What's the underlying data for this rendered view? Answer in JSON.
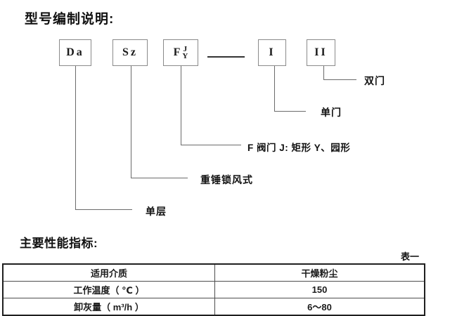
{
  "title": "型号编制说明:",
  "colors": {
    "ink": "#1a1a1a",
    "line": "#6b6b6b",
    "box_border": "#8a8a8a"
  },
  "diagram": {
    "boxes": [
      {
        "code": "Da"
      },
      {
        "code": "Sz"
      },
      {
        "code": "F",
        "sup": "J",
        "sub": "Y"
      },
      {
        "code": "I"
      },
      {
        "code": "II"
      }
    ],
    "callouts": [
      {
        "for": "II",
        "label": "双门"
      },
      {
        "for": "I",
        "label": "单门"
      },
      {
        "for": "F",
        "label": "F 阀门 J: 矩形 Y、园形"
      },
      {
        "for": "Sz",
        "label": "重锤锁风式"
      },
      {
        "for": "Da",
        "label": "单层"
      }
    ]
  },
  "performance": {
    "heading": "主要性能指标:",
    "table_tag": "表一",
    "rows": [
      {
        "name": "适用介质",
        "value": "干燥粉尘"
      },
      {
        "name": "工作温度（ ℃ ）",
        "value": "150"
      },
      {
        "name": "卸灰量（ m³/h ）",
        "value": "6～80"
      }
    ]
  }
}
